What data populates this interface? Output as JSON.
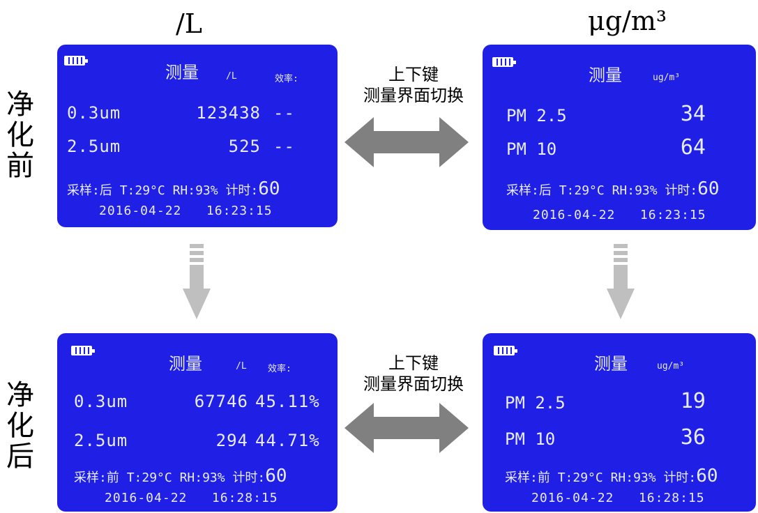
{
  "headings": {
    "left_unit": "/L",
    "right_unit": "μg/m³"
  },
  "side_labels": {
    "before": [
      "净",
      "化",
      "前"
    ],
    "after": [
      "净",
      "化",
      "后"
    ]
  },
  "switch_hint": {
    "line1": "上下键",
    "line2": "测量界面切换"
  },
  "colors": {
    "panel_bg": "#1f1fe6",
    "arrow": "#808080",
    "down_arrow": "#bfbfbf"
  },
  "panels": {
    "before_count": {
      "title": "测量",
      "unit": "/L",
      "efficiency_label": "效率:",
      "rows": [
        {
          "size": "0.3um",
          "value": "123438",
          "eff": "--"
        },
        {
          "size": "2.5um",
          "value": "525",
          "eff": "--"
        }
      ],
      "status": {
        "sample_label": "采样:",
        "sample_value": "后",
        "temp": "T:29°C",
        "rh": "RH:93%",
        "timer_label": "计时:",
        "timer_value": "60"
      },
      "date": "2016-04-22",
      "time": "16:23:15"
    },
    "before_mass": {
      "title": "测量",
      "unit": "ug/m³",
      "rows": [
        {
          "label": "PM 2.5",
          "value": "34"
        },
        {
          "label": "PM 10",
          "value": "64"
        }
      ],
      "status": {
        "sample_label": "采样:",
        "sample_value": "后",
        "temp": "T:29°C",
        "rh": "RH:93%",
        "timer_label": "计时:",
        "timer_value": "60"
      },
      "date": "2016-04-22",
      "time": "16:23:15"
    },
    "after_count": {
      "title": "测量",
      "unit": "/L",
      "efficiency_label": "效率:",
      "rows": [
        {
          "size": "0.3um",
          "value": "67746",
          "eff": "45.11%"
        },
        {
          "size": "2.5um",
          "value": "294",
          "eff": "44.71%"
        }
      ],
      "status": {
        "sample_label": "采样:",
        "sample_value": "前",
        "temp": "T:29°C",
        "rh": "RH:93%",
        "timer_label": "计时:",
        "timer_value": "60"
      },
      "date": "2016-04-22",
      "time": "16:28:15"
    },
    "after_mass": {
      "title": "测量",
      "unit": "ug/m³",
      "rows": [
        {
          "label": "PM 2.5",
          "value": "19"
        },
        {
          "label": "PM 10",
          "value": "36"
        }
      ],
      "status": {
        "sample_label": "采样:",
        "sample_value": "前",
        "temp": "T:29°C",
        "rh": "RH:93%",
        "timer_label": "计时:",
        "timer_value": "60"
      },
      "date": "2016-04-22",
      "time": "16:28:15"
    }
  }
}
